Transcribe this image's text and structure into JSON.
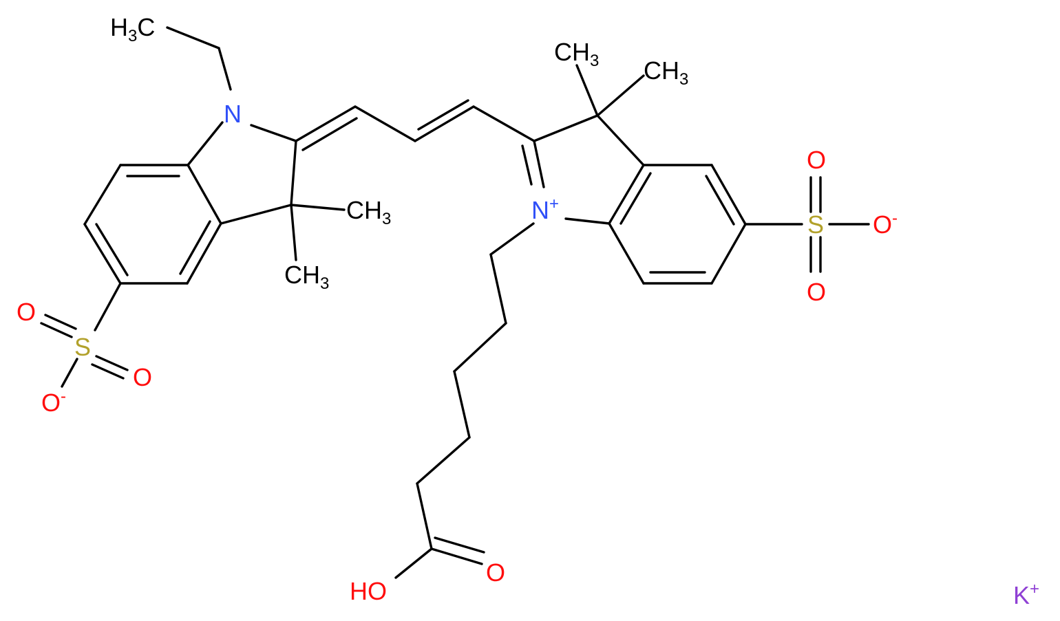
{
  "colors": {
    "bond": "#000000",
    "carbon": "#000000",
    "nitrogen": "#3050F8",
    "oxygen": "#FF0D0D",
    "sulfur": "#B2A12B",
    "potassium": "#8F40D4"
  },
  "labels": {
    "ethyl_ch3": {
      "main": "H",
      "sub": "3",
      "tail": "C"
    },
    "n_left": {
      "main": "N"
    },
    "ch3_a": {
      "main": "CH",
      "sub": "3"
    },
    "ch3_b": {
      "main": "CH",
      "sub": "3"
    },
    "ch3_c": {
      "main": "CH",
      "sub": "3"
    },
    "ch3_d": {
      "main": "CH",
      "sub": "3"
    },
    "n_right": {
      "main": "N",
      "sup": "+"
    },
    "s_left": {
      "main": "S"
    },
    "o_left_1": {
      "main": "O"
    },
    "o_left_2": {
      "main": "O"
    },
    "o_left_neg": {
      "main": "O",
      "sup": "-"
    },
    "s_right": {
      "main": "S"
    },
    "o_right_1": {
      "main": "O"
    },
    "o_right_2": {
      "main": "O"
    },
    "o_right_neg": {
      "main": "O",
      "sup": "-"
    },
    "o_carbonyl": {
      "main": "O"
    },
    "hydroxyl": {
      "main": "HO"
    },
    "potassium": {
      "main": "K",
      "sup": "+"
    }
  }
}
